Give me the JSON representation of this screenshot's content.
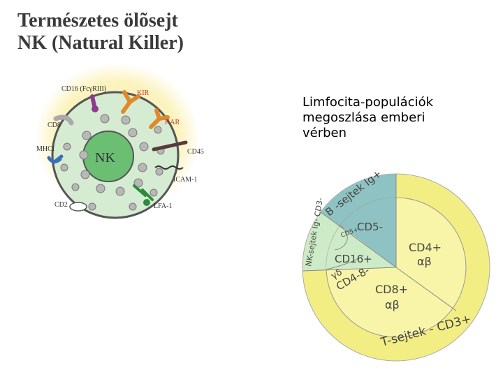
{
  "title": {
    "line1": "Természetes ölõsejt",
    "line2": "NK (Natural Killer)"
  },
  "subtitle": {
    "line1": "Limfocita-populációk",
    "line2": "megoszlása emberi",
    "line3": "vérben"
  },
  "nk_cell": {
    "nucleus_label": "NK",
    "receptors": {
      "cd16": "CD16 (FcγRIII)",
      "kir": "KIR",
      "cd8": "CD8",
      "kar": "KAR",
      "mhci": "MHCI",
      "cd45": "CD45",
      "icam1": "ICAM-1",
      "cd2": "CD2",
      "lfa1": "LFA-1"
    }
  },
  "pie_chart": {
    "t_cells": "T-sejtek - CD3+",
    "b_cells": "B -sejtek Ig+",
    "nk_cells": "NK-sejtek Ig- CD3-",
    "cd5": "CD5-",
    "cd5_small": "CD5+",
    "cd4_top": "CD4+",
    "cd4_bottom": "αβ",
    "cd8_top": "CD8+",
    "cd8_bottom": "αβ",
    "cd16": "CD16+",
    "gd": "γδ",
    "cd4cd8": "CD4-8-"
  },
  "colors": {
    "outer_ring": "#f2ee84",
    "inner_fill": "#f8f5a8",
    "b_sector": "#8fc3c3",
    "nk_sector": "#cdebc6",
    "cell_glow": "#fbf2b8",
    "cell_body": "#d6ecd2",
    "nucleus": "#6bbf73"
  }
}
